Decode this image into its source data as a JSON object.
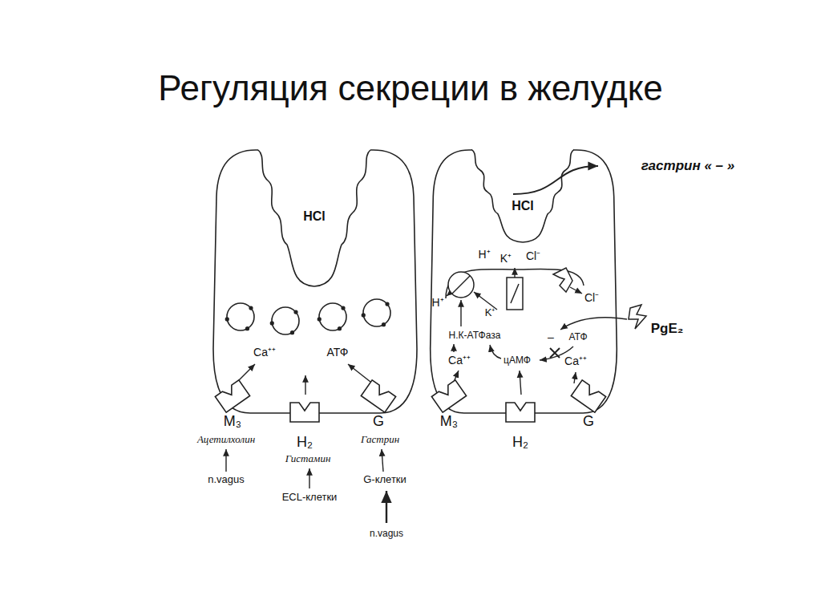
{
  "diagram": {
    "title": "Регуляция секреции в желудке",
    "nodes": [
      {
        "text": [
          "HCl"
        ]
      },
      {
        "text": [
          "HCl"
        ]
      },
      {
        "text": [
          "M₃"
        ],
        "in": 0
      },
      {
        "text": [
          "H₂"
        ],
        "in": 0
      },
      {
        "text": [
          "G"
        ],
        "in": 0
      },
      {
        "text": [
          "M₃"
        ],
        "in": 1
      },
      {
        "text": [
          "H₂"
        ],
        "in": 1
      },
      {
        "text": [
          "G"
        ],
        "in": 1
      }
    ],
    "labels": [
      "Ca⁺⁺",
      "АТФ",
      "Ацетилхолин",
      "n.vagus",
      "Гистамин",
      "ECL-клетки",
      "Гастрин",
      "G-клетки",
      "n.vagus",
      "гастрин « – »",
      "H⁺",
      "K⁺",
      "Cl⁻",
      "H⁺",
      "K⁺",
      "Cl⁻",
      "Н.К-АТФаза",
      "–",
      "АТФ",
      "PgE₂",
      "Ca⁺⁺",
      "цАМФ",
      "Ca⁺⁺"
    ]
  }
}
